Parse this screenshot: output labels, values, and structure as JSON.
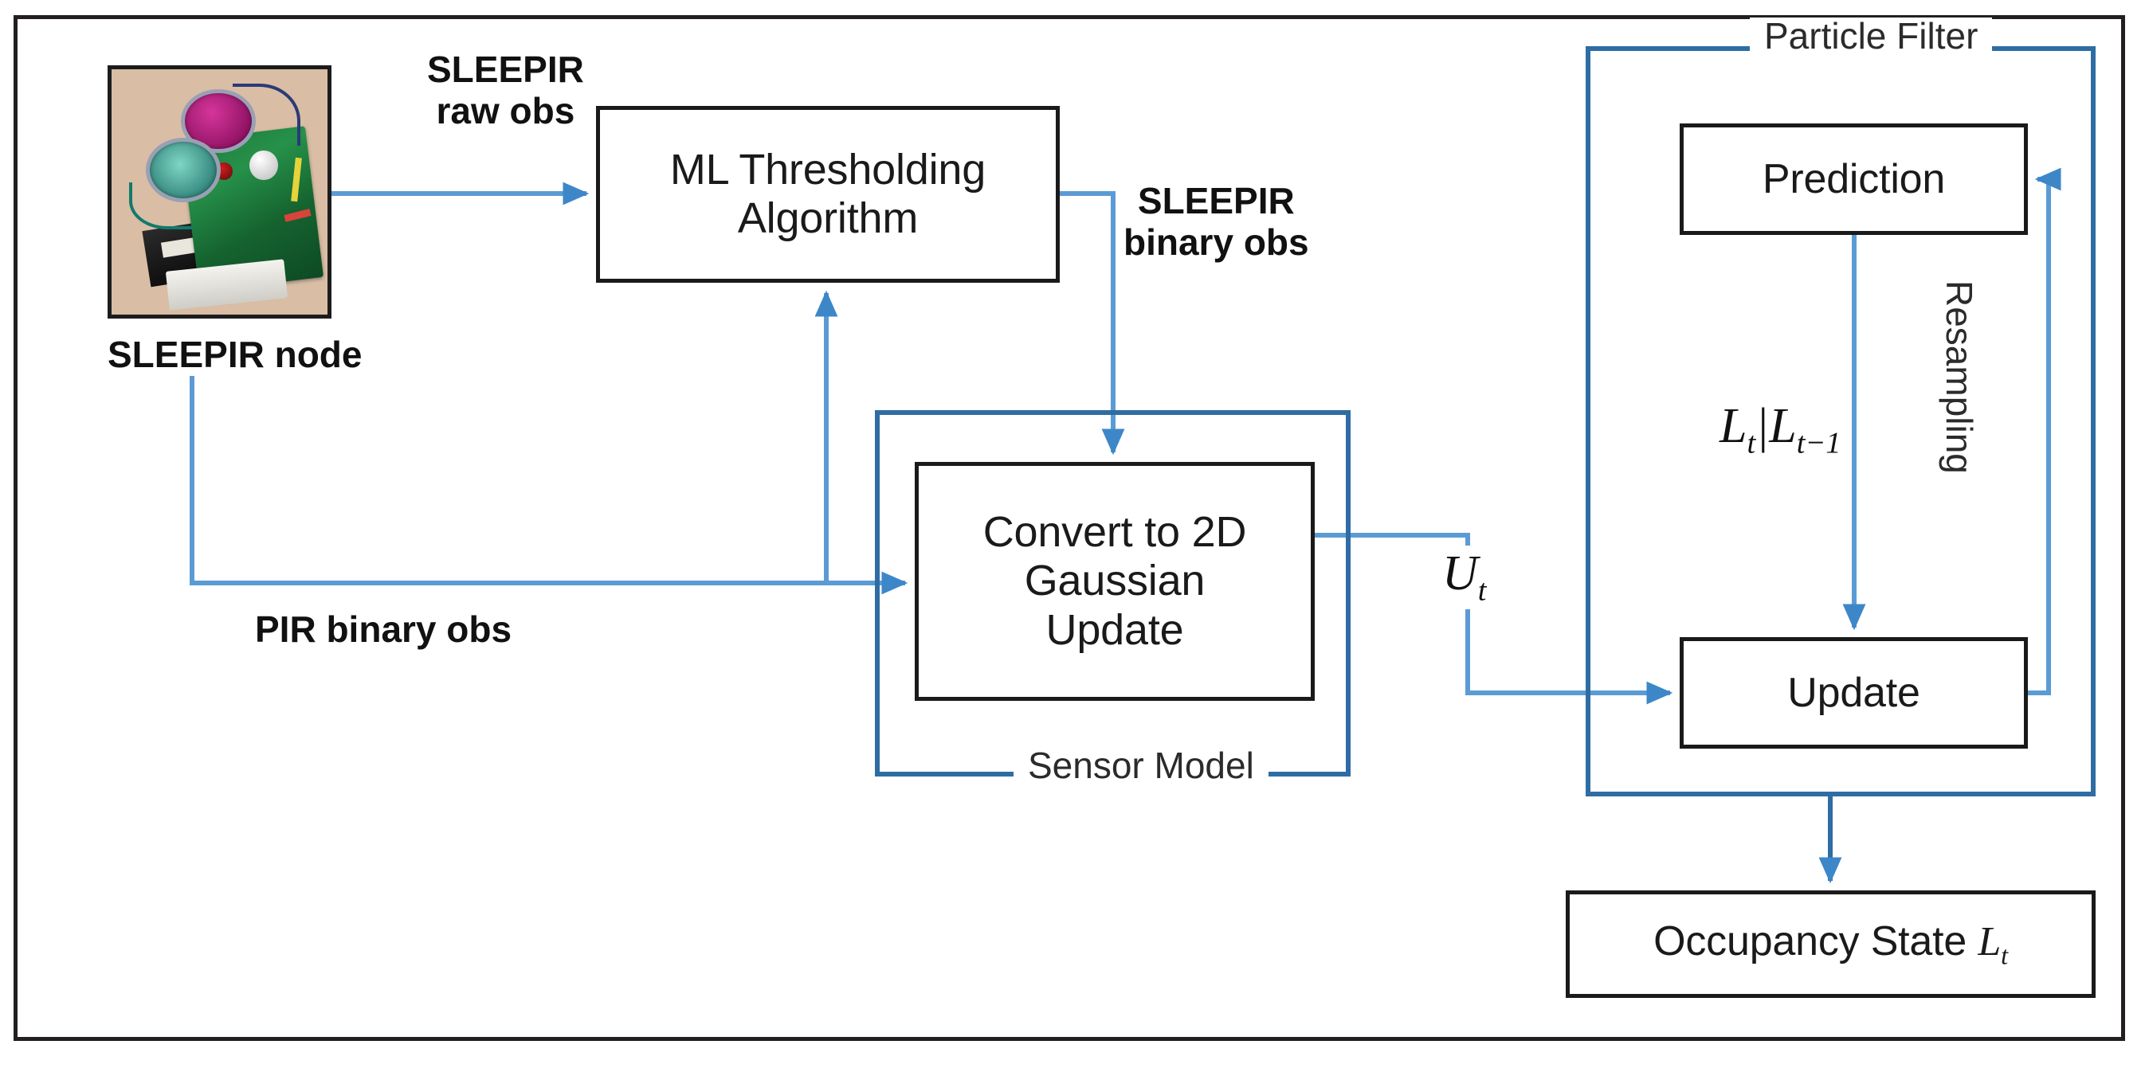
{
  "diagram": {
    "title": "SLEEPIR sensor occupancy estimation block diagram",
    "colors": {
      "frame": "#231f20",
      "process_box_border": "#1a1a1a",
      "group_box_border": "#2e6da4",
      "arrow_thin": "#5b9bd5",
      "arrow_dark": "#2e6da4",
      "text": "#1a1a1a",
      "background": "#ffffff"
    }
  },
  "photo": {
    "caption": "SLEEPIR node",
    "alt": "photograph of the SLEEPIR sensor node circuit board with two lens windows"
  },
  "boxes": {
    "ml_thresholding": "ML Thresholding\nAlgorithm",
    "ml_thresholding_line1": "ML Thresholding",
    "ml_thresholding_line2": "Algorithm",
    "gaussian_line1": "Convert to 2D",
    "gaussian_line2": "Gaussian",
    "gaussian_line3": "Update",
    "prediction": "Prediction",
    "update": "Update",
    "occupancy_prefix": "Occupancy State ",
    "occupancy_symbol": "L",
    "occupancy_subscript": "t"
  },
  "groups": {
    "sensor_model": "Sensor Model",
    "particle_filter": "Particle Filter"
  },
  "labels": {
    "sleepir_raw_line1": "SLEEPIR",
    "sleepir_raw_line2": "raw obs",
    "sleepir_binary_line1": "SLEEPIR",
    "sleepir_binary_line2": "binary obs",
    "pir_binary": "PIR binary obs",
    "resampling": "Resampling"
  },
  "math": {
    "u_symbol": "U",
    "u_subscript": "t",
    "transition_symbol_1": "L",
    "transition_subscript_1": "t",
    "transition_bar": "|",
    "transition_symbol_2": "L",
    "transition_subscript_2": "t−1"
  },
  "flows": [
    {
      "from": "SLEEPIR node",
      "to": "ML Thresholding Algorithm",
      "label": "SLEEPIR raw obs"
    },
    {
      "from": "ML Thresholding Algorithm",
      "to": "Convert to 2D Gaussian Update",
      "label": "SLEEPIR binary obs"
    },
    {
      "from": "SLEEPIR node",
      "to": "Convert to 2D Gaussian Update",
      "label": "PIR binary obs"
    },
    {
      "from": "SLEEPIR node",
      "to": "ML Thresholding Algorithm",
      "label": "PIR binary obs"
    },
    {
      "from": "Sensor Model",
      "to": "Update",
      "label": "U_t"
    },
    {
      "from": "Prediction",
      "to": "Update",
      "label": "L_t|L_t−1"
    },
    {
      "from": "Update",
      "to": "Prediction",
      "label": "Resampling"
    },
    {
      "from": "Particle Filter",
      "to": "Occupancy State L_t",
      "label": ""
    }
  ]
}
